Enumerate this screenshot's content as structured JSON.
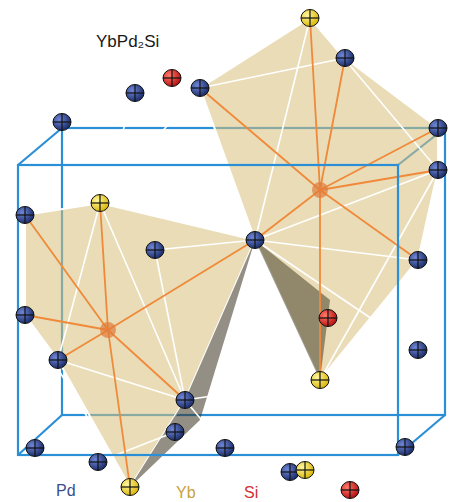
{
  "diagram": {
    "title": "YbPd₂Si",
    "labels": [
      "Pd",
      "Yb",
      "Si"
    ]
  }
}
